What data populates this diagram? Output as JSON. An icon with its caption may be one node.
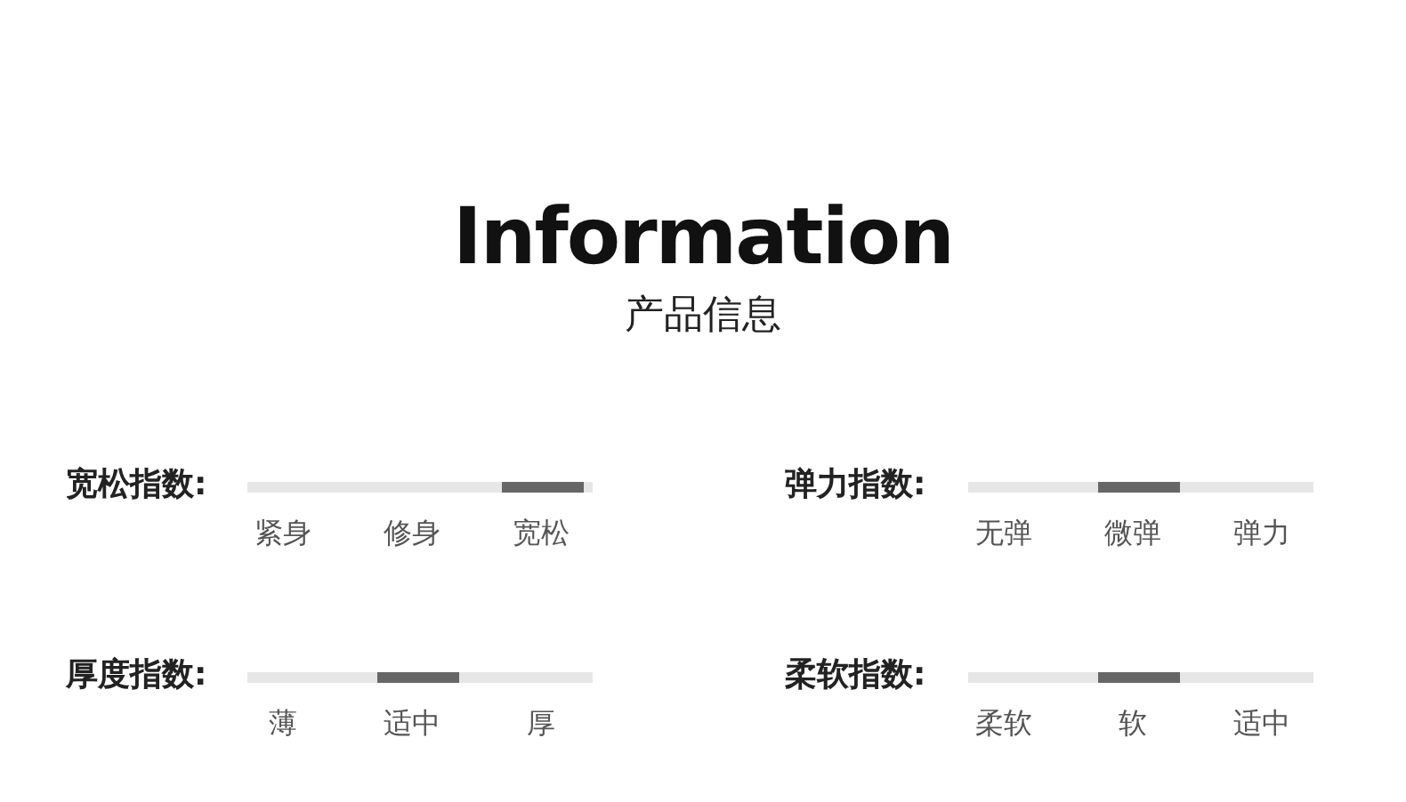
{
  "diagram": {
    "title": "Information",
    "labels": [
      "产品信息",
      "宽松指数:",
      "紧身",
      "修身",
      "宽松",
      "弹力指数:",
      "无弹",
      "微弹",
      "弹力",
      "厚度指数:",
      "薄",
      "适中",
      "厚",
      "柔软指数:",
      "柔软",
      "软",
      "适中"
    ]
  }
}
